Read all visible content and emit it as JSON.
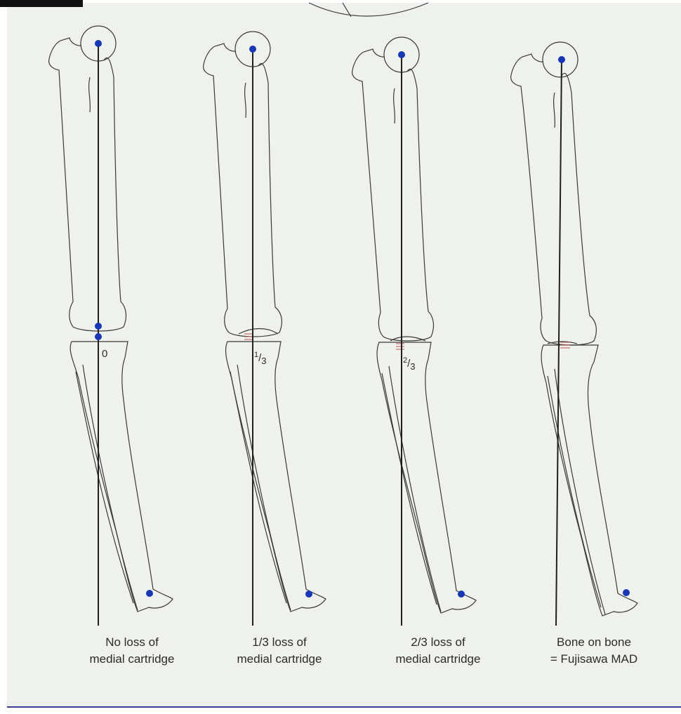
{
  "panels": [
    {
      "label": "0",
      "caption_line1": "No loss of",
      "caption_line2": "medial cartridge"
    },
    {
      "label_num": "1",
      "label_den": "3",
      "caption_line1": "1/3 loss of",
      "caption_line2": "medial cartridge"
    },
    {
      "label_num": "2",
      "label_den": "3",
      "caption_line1": "2/3 loss of",
      "caption_line2": "medial cartridge"
    },
    {
      "caption_line1": "Bone on bone",
      "caption_line2": "= Fujisawa MAD"
    }
  ],
  "colors": {
    "paper": "#eef1ec",
    "outline": "#3a3a3a",
    "axis_line": "#1f1f1f",
    "landmark_dot": "#1537b8",
    "gap_marks": "#c0544a",
    "frame_bottom": "#3a3aa0"
  }
}
